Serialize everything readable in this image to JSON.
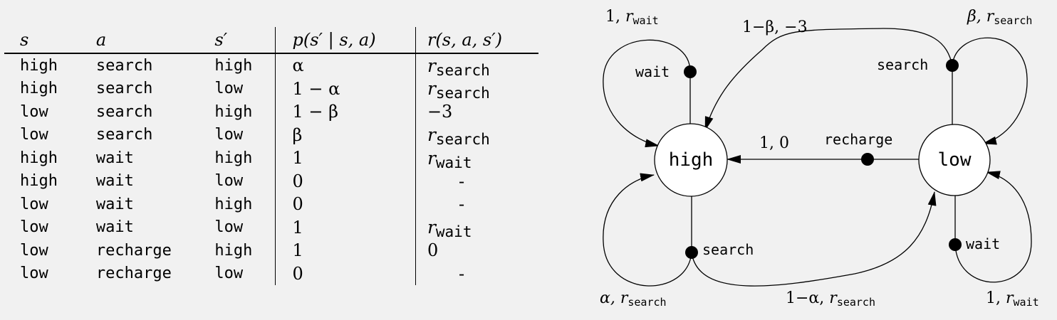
{
  "table": {
    "headers": {
      "s": "s",
      "a": "a",
      "s_prime": "s′",
      "p": "p(s′ | s, a)",
      "r": "r(s, a, s′)"
    },
    "rows": [
      {
        "s": "high",
        "a": "search",
        "s_prime": "high",
        "p": "α",
        "r_var": "r",
        "r_sub": "search",
        "r_text": ""
      },
      {
        "s": "high",
        "a": "search",
        "s_prime": "low",
        "p": "1 − α",
        "r_var": "r",
        "r_sub": "search",
        "r_text": ""
      },
      {
        "s": "low",
        "a": "search",
        "s_prime": "high",
        "p": "1 − β",
        "r_var": "",
        "r_sub": "",
        "r_text": "−3"
      },
      {
        "s": "low",
        "a": "search",
        "s_prime": "low",
        "p": "β",
        "r_var": "r",
        "r_sub": "search",
        "r_text": ""
      },
      {
        "s": "high",
        "a": "wait",
        "s_prime": "high",
        "p": "1",
        "r_var": "r",
        "r_sub": "wait",
        "r_text": ""
      },
      {
        "s": "high",
        "a": "wait",
        "s_prime": "low",
        "p": "0",
        "r_var": "",
        "r_sub": "",
        "r_text": "-"
      },
      {
        "s": "low",
        "a": "wait",
        "s_prime": "high",
        "p": "0",
        "r_var": "",
        "r_sub": "",
        "r_text": "-"
      },
      {
        "s": "low",
        "a": "wait",
        "s_prime": "low",
        "p": "1",
        "r_var": "r",
        "r_sub": "wait",
        "r_text": ""
      },
      {
        "s": "low",
        "a": "recharge",
        "s_prime": "high",
        "p": "1",
        "r_var": "",
        "r_sub": "",
        "r_text": "0"
      },
      {
        "s": "low",
        "a": "recharge",
        "s_prime": "low",
        "p": "0",
        "r_var": "",
        "r_sub": "",
        "r_text": "-"
      }
    ]
  },
  "diagram": {
    "states": {
      "high": "high",
      "low": "low"
    },
    "actions": {
      "wait_high": "wait",
      "search_high": "search",
      "search_low": "search",
      "wait_low": "wait",
      "recharge": "recharge"
    },
    "edge_labels": {
      "high_wait_loop": {
        "prefix": "1, ",
        "var": "r",
        "sub": "wait"
      },
      "high_search_loop": {
        "prefix": "α, ",
        "var": "r",
        "sub": "search"
      },
      "low_search_to_high": {
        "text": "1−β, −3"
      },
      "low_search_loop": {
        "prefix": "β, ",
        "var": "r",
        "sub": "search"
      },
      "recharge_to_high": {
        "text": "1,  0"
      },
      "high_search_to_low": {
        "prefix": "1−α, ",
        "var": "r",
        "sub": "search"
      },
      "low_wait_loop": {
        "prefix": "1, ",
        "var": "r",
        "sub": "wait"
      }
    }
  },
  "colors": {
    "background": "#f1f1f1",
    "ink": "#000000",
    "node_fill": "#ffffff"
  }
}
